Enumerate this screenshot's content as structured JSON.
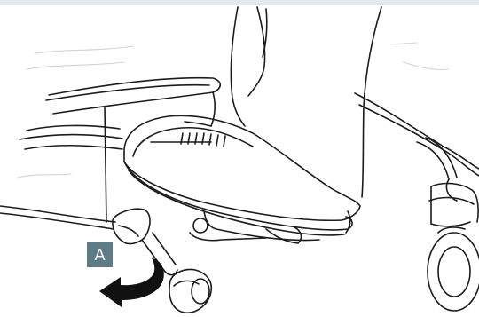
{
  "illustration": {
    "label_tag": "A",
    "colors": {
      "background": "#ffffff",
      "top_band": "#e6e9ee",
      "line": "#1c1c1c",
      "soft_line": "#c9c9c9",
      "callout_background": "#5f7b85",
      "callout_text": "#ffffff",
      "arrow": "#111111"
    },
    "icons": [
      "foot-pressing-pedal",
      "height-adjust-lever",
      "rotation-arrow-icon",
      "caster-wheel"
    ]
  }
}
